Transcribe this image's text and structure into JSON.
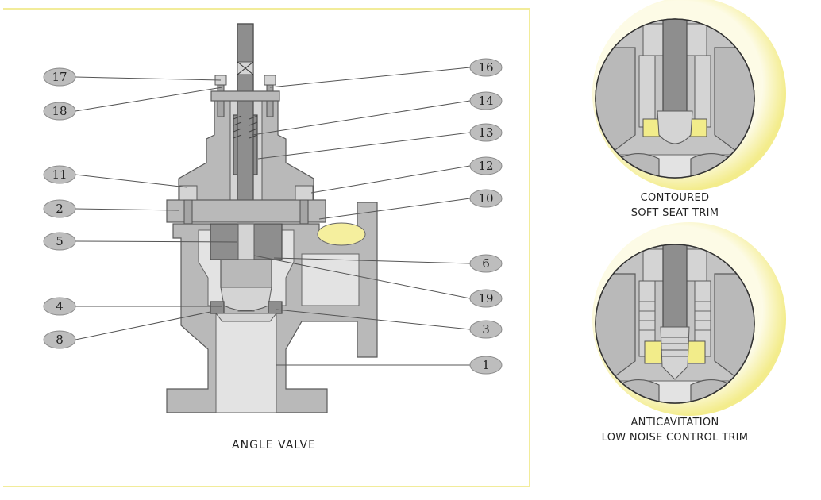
{
  "diagram": {
    "title": "ANGLE VALVE",
    "callouts": [
      {
        "id": "17",
        "label": "17"
      },
      {
        "id": "18",
        "label": "18"
      },
      {
        "id": "11",
        "label": "11"
      },
      {
        "id": "2",
        "label": "2"
      },
      {
        "id": "5",
        "label": "5"
      },
      {
        "id": "4",
        "label": "4"
      },
      {
        "id": "8",
        "label": "8"
      },
      {
        "id": "16",
        "label": "16"
      },
      {
        "id": "14",
        "label": "14"
      },
      {
        "id": "13",
        "label": "13"
      },
      {
        "id": "12",
        "label": "12"
      },
      {
        "id": "10",
        "label": "10"
      },
      {
        "id": "6",
        "label": "6"
      },
      {
        "id": "19",
        "label": "19"
      },
      {
        "id": "3",
        "label": "3"
      },
      {
        "id": "1",
        "label": "1"
      }
    ]
  },
  "insets": {
    "contoured": {
      "line1": "CONTOURED",
      "line2": "SOFT SEAT TRIM"
    },
    "anticavitation": {
      "line1": "ANTICAVITATION",
      "line2": "LOW NOISE CONTROL TRIM"
    }
  },
  "colors": {
    "frame": "#f2ec9a",
    "highlight_yellow": "#f5ef9e",
    "metal": "#b9b9b9",
    "callout": "#bdbdbd"
  }
}
